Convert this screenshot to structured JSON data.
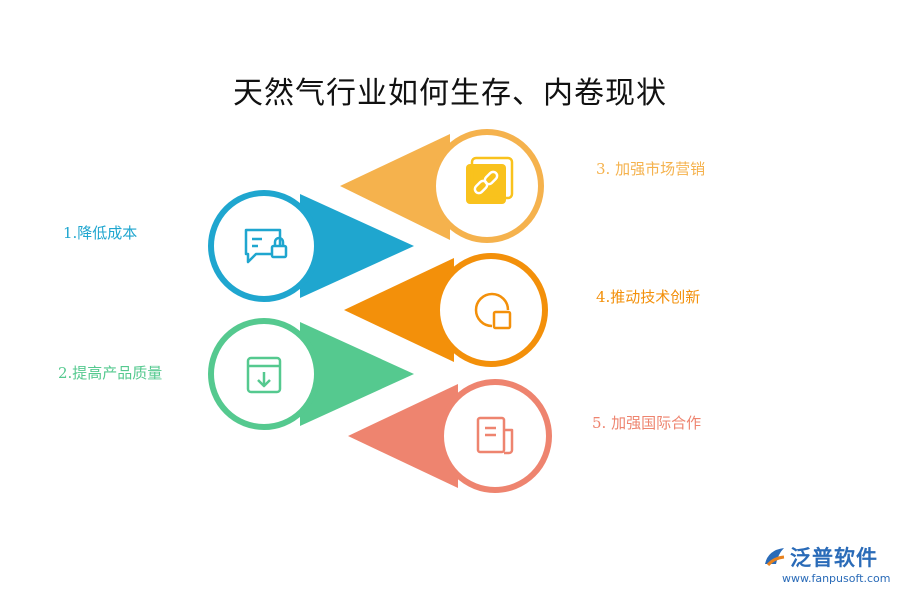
{
  "title": "天然气行业如何生存、内卷现状",
  "items": [
    {
      "label": "1.降低成本",
      "color": "#1fa6cf",
      "icon": "message-lock-icon"
    },
    {
      "label": "2.提高产品质量",
      "color": "#55c98f",
      "icon": "download-box-icon"
    },
    {
      "label": "3.  加强市场营销",
      "color": "#f5b24d",
      "icon": "link-icon"
    },
    {
      "label": "4.推动技术创新",
      "color": "#f3900a",
      "icon": "chart-square-icon"
    },
    {
      "label": "5.  加强国际合作",
      "color": "#ee846f",
      "icon": "document-icon"
    }
  ],
  "logo": {
    "name": "泛普软件",
    "url": "www.fanpusoft.com",
    "color": "#2a6bb8"
  }
}
